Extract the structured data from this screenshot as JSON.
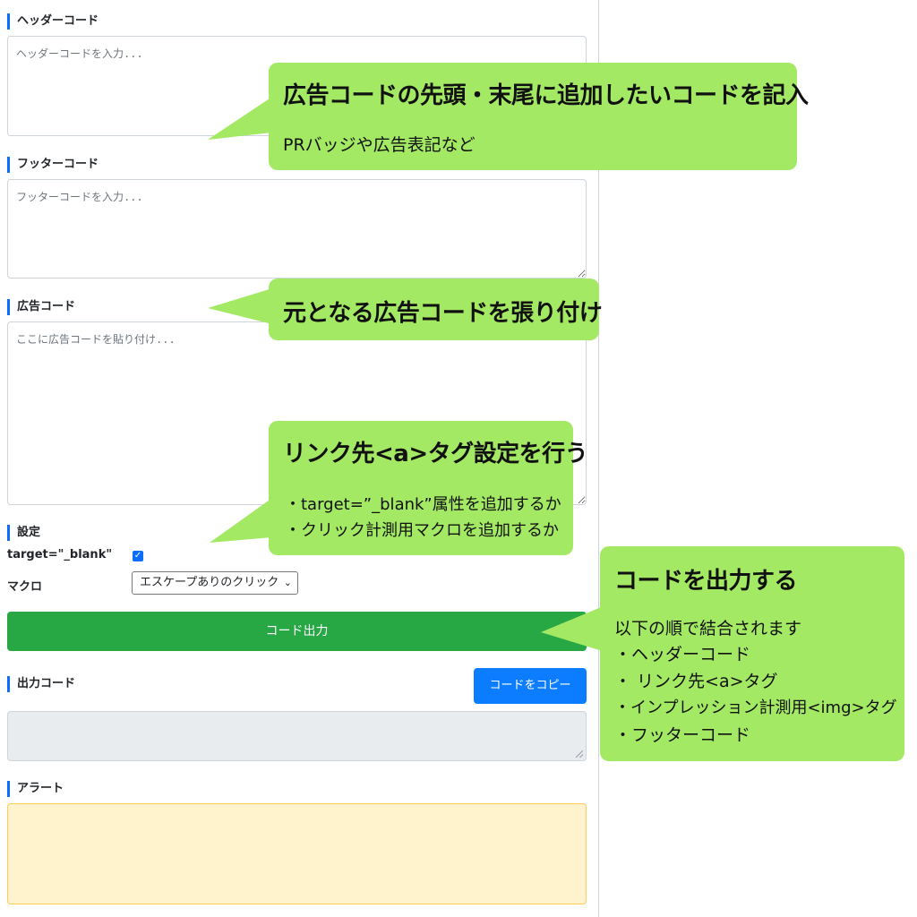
{
  "form": {
    "header_label": "ヘッダーコード",
    "header_placeholder": "ヘッダーコードを入力...",
    "footer_label": "フッターコード",
    "footer_placeholder": "フッターコードを入力...",
    "ad_label": "広告コード",
    "ad_placeholder": "ここに広告コードを貼り付け...",
    "settings_label": "設定",
    "target_label": "target=\"_blank\"",
    "target_checked": true,
    "macro_label": "マクロ",
    "macro_selected": "エスケープありのクリック",
    "generate_button": "コード出力",
    "output_label": "出力コード",
    "copy_button": "コードをコピー",
    "alert_label": "アラート"
  },
  "callouts": {
    "header_footer": {
      "title": "広告コードの先頭・末尾に追加したいコードを記入",
      "sub": "PRバッジや広告表記など"
    },
    "ad_code": {
      "title": "元となる広告コードを張り付け"
    },
    "link": {
      "title": "リンク先<a>タグ設定を行う",
      "line1": "・target=”_blank”属性を追加するか",
      "line2": "・クリック計測用マクロを追加するか"
    },
    "output": {
      "title": "コードを出力する",
      "intro": "以下の順で結合されます",
      "item1": "・ヘッダーコード",
      "item2": "・ リンク先<a>タグ",
      "item3": "・インプレッション計測用<img>タグ",
      "item4": "・フッターコード"
    }
  },
  "colors": {
    "callout_bg": "#a3e964",
    "accent_blue": "#0d6efd",
    "button_green": "#28a745",
    "alert_bg": "#fff3cd"
  }
}
